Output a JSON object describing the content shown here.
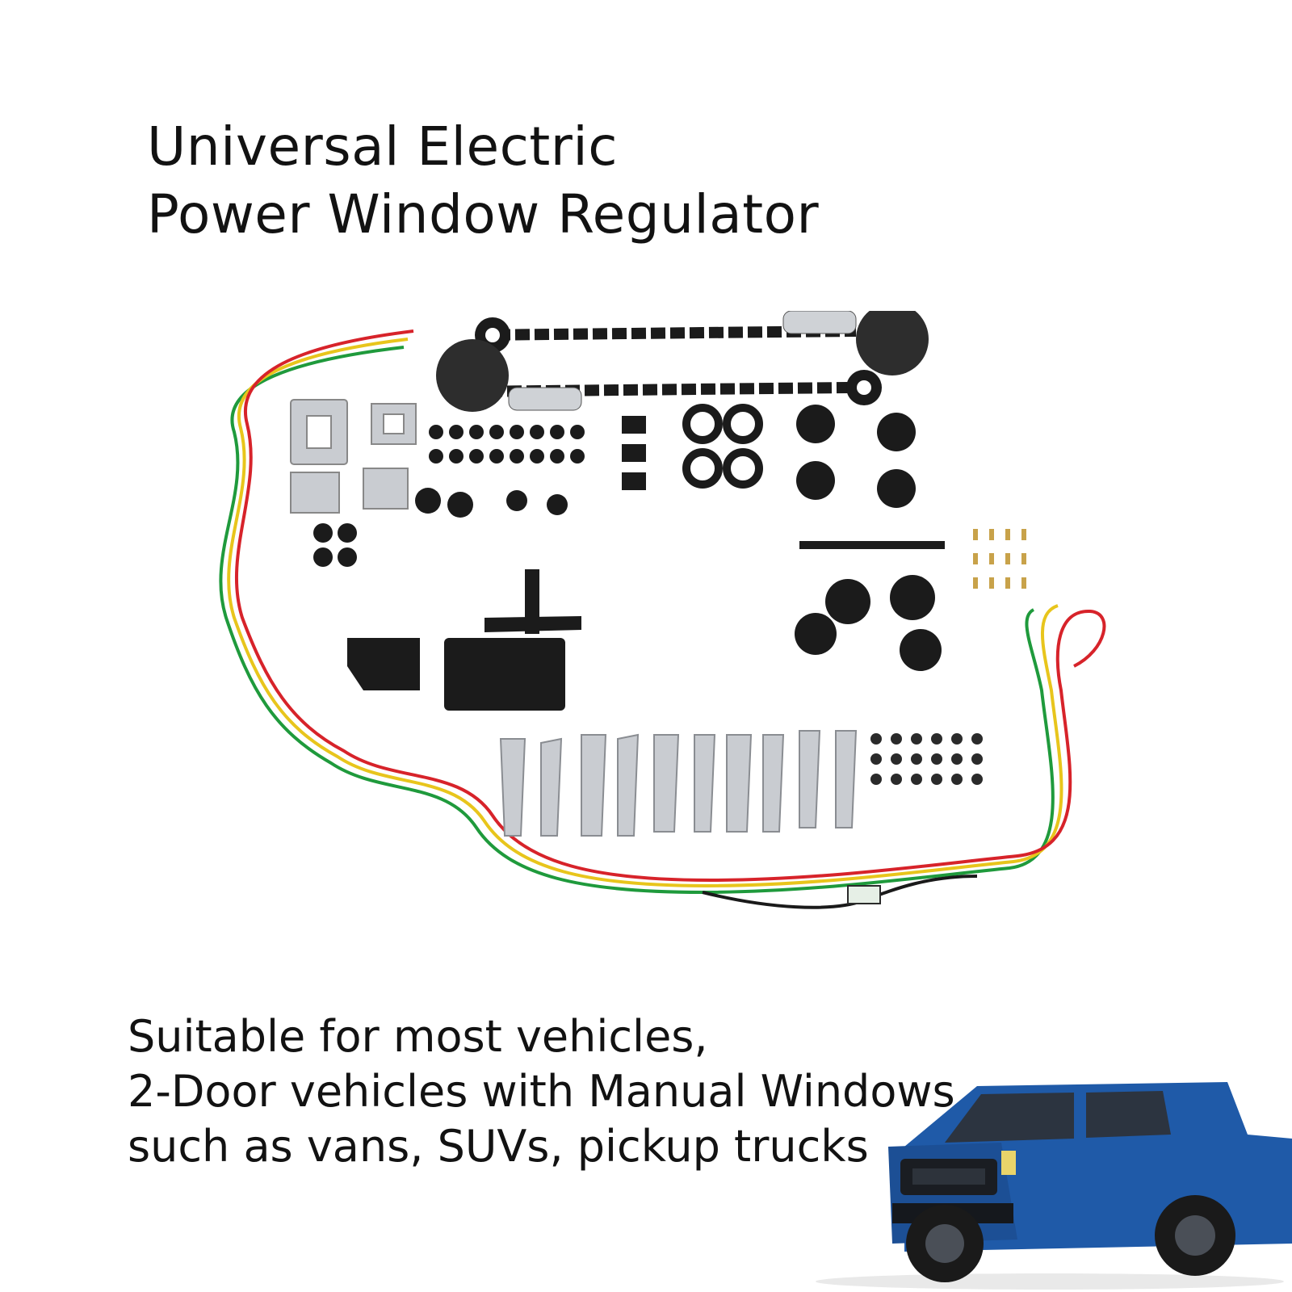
{
  "title": {
    "line1": "Universal Electric",
    "line2": "Power Window Regulator"
  },
  "subtitle": {
    "line1": "Suitable for most vehicles,",
    "line2": "2-Door vehicles with Manual Windows,",
    "line3": "such as vans, SUVs, pickup trucks"
  },
  "colors": {
    "text": "#121212",
    "wire_red": "#d7232a",
    "wire_green": "#1f9a3c",
    "wire_yellow": "#e8c51c",
    "wire_black": "#1a1a1a",
    "truck_body": "#1f5aa8",
    "parts": "#1b1b1b",
    "metal": "#c9ccd1"
  },
  "icons": {
    "kit": "window-regulator-kit-icon",
    "truck": "pickup-truck-icon"
  }
}
